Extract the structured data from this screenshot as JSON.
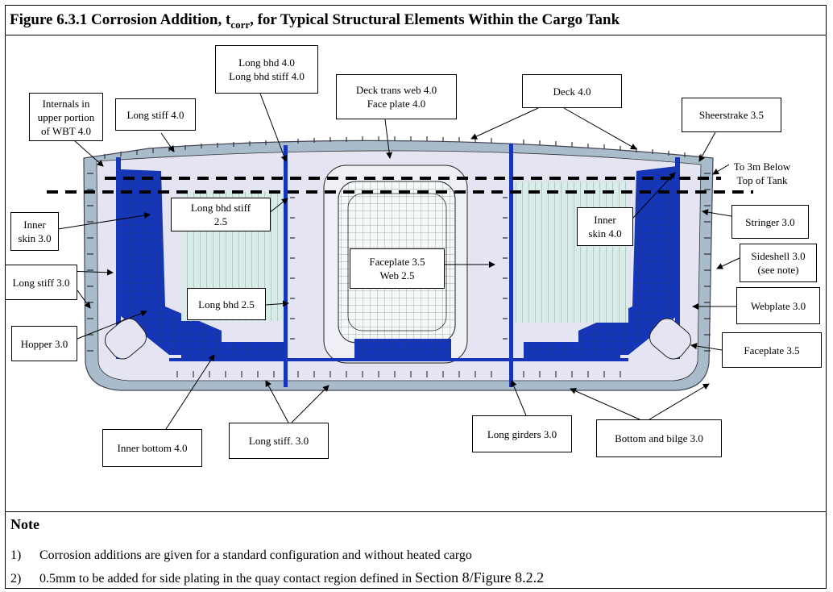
{
  "figure": {
    "title_prefix": "Figure 6.3.1  Corrosion Addition, t",
    "title_sub": "corr",
    "title_suffix": ", for Typical Structural Elements Within the Cargo Tank"
  },
  "labels": {
    "internals": "Internals in\nupper portion\nof WBT 4.0",
    "long_stiff_top": "Long stiff 4.0",
    "long_bhd_top": "Long bhd 4.0\nLong bhd stiff 4.0",
    "deck_trans_web": "Deck trans web 4.0\nFace plate 4.0",
    "deck": "Deck 4.0",
    "sheerstrake": "Sheerstrake 3.5",
    "to_3m_below": "To 3m Below\nTop of Tank",
    "inner_skin_left": "Inner\nskin 3.0",
    "long_bhd_stiff": "Long bhd stiff\n2.5",
    "inner_skin_right": "Inner\nskin 4.0",
    "stringer": "Stringer 3.0",
    "long_stiff_side": "Long stiff 3.0",
    "faceplate_web": "Faceplate 3.5\nWeb  2.5",
    "sideshell": "Sideshell 3.0\n(see note)",
    "long_bhd": "Long bhd 2.5",
    "webplate": "Webplate 3.0",
    "hopper": "Hopper 3.0",
    "faceplate_right": "Faceplate 3.5",
    "inner_bottom": "Inner bottom 4.0",
    "long_stiff_bottom": "Long stiff. 3.0",
    "long_girders": "Long girders 3.0",
    "bottom_bilge": "Bottom and bilge 3.0"
  },
  "note": {
    "heading": "Note",
    "items": [
      {
        "num": "1)",
        "text": "Corrosion additions are given for a standard configuration and without heated cargo"
      },
      {
        "num": "2)",
        "text": "0.5mm to be added for side plating in the quay contact region defined in ",
        "ref": "Section 8/Figure 8.2.2"
      }
    ]
  },
  "colors": {
    "hull_fill": "#a9bccb",
    "inner_fill": "#e2e2f2",
    "blue_plate": "#1536b8",
    "tank_fill": "#d8ece9",
    "grid_line": "#222222"
  }
}
